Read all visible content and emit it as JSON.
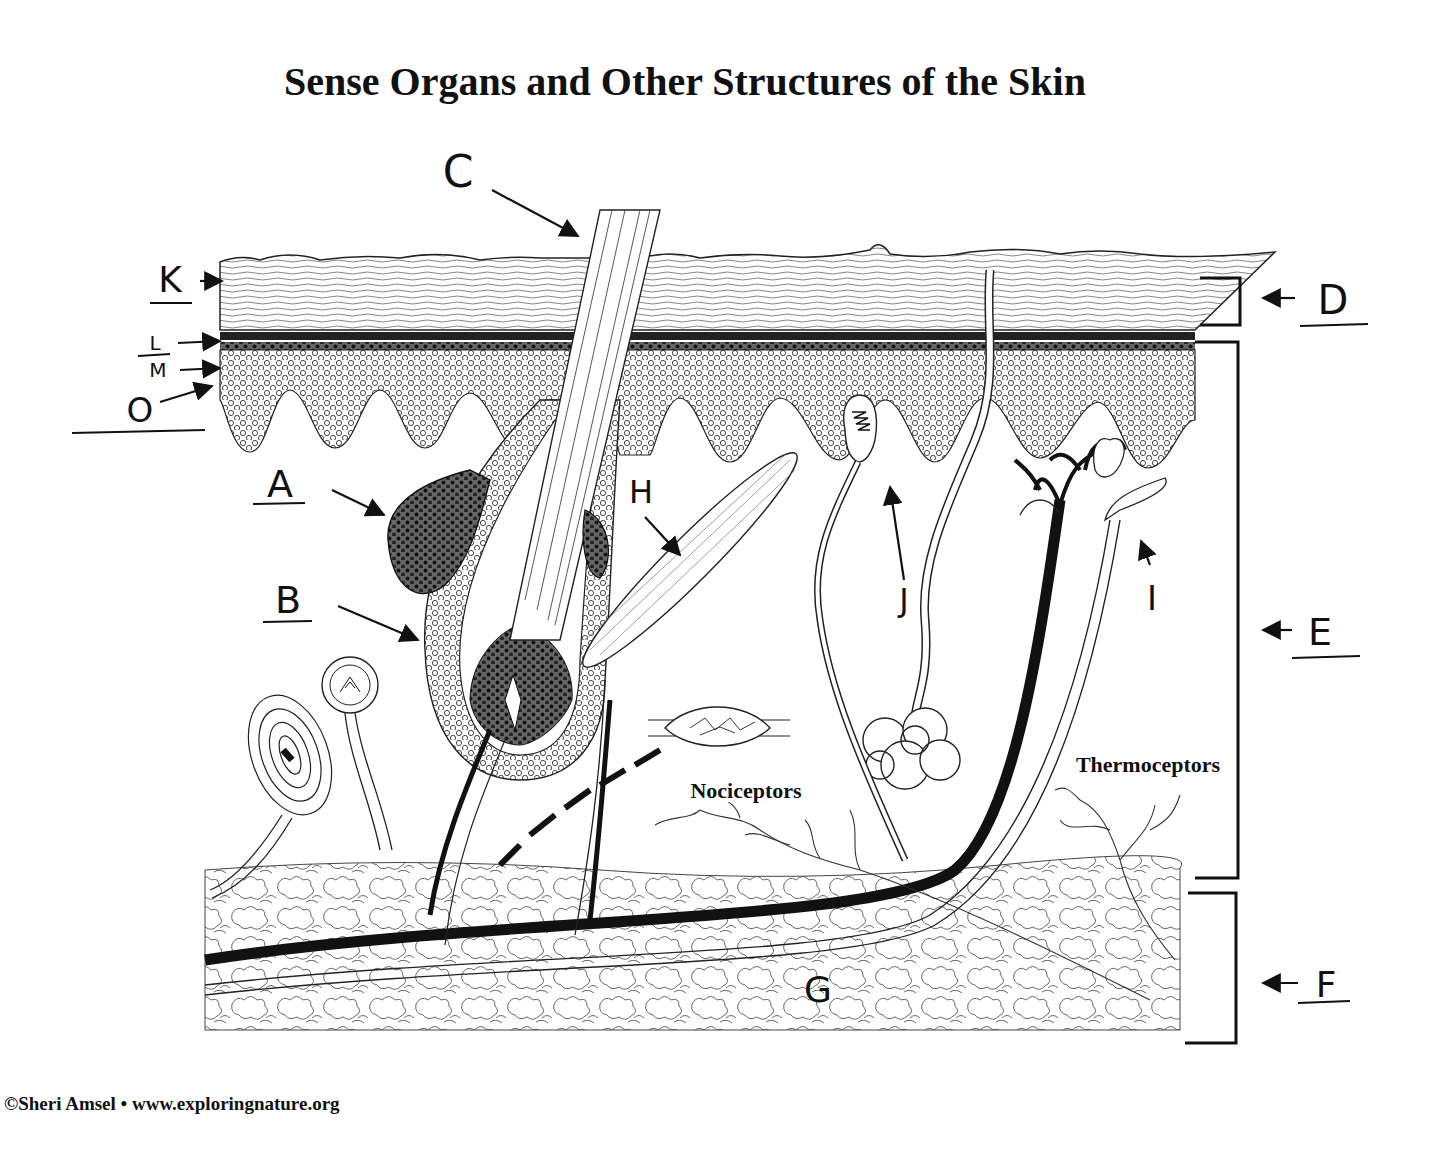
{
  "diagram": {
    "title": "Sense Organs and Other Structures of the Skin",
    "labels": [
      "C",
      "K",
      "D",
      "L",
      "M",
      "O",
      "A",
      "H",
      "B",
      "J",
      "I",
      "E",
      "Thermoceptors",
      "Nociceptors",
      "G",
      "F",
      "©Sheri Amsel • www.exploringnature.org"
    ]
  }
}
